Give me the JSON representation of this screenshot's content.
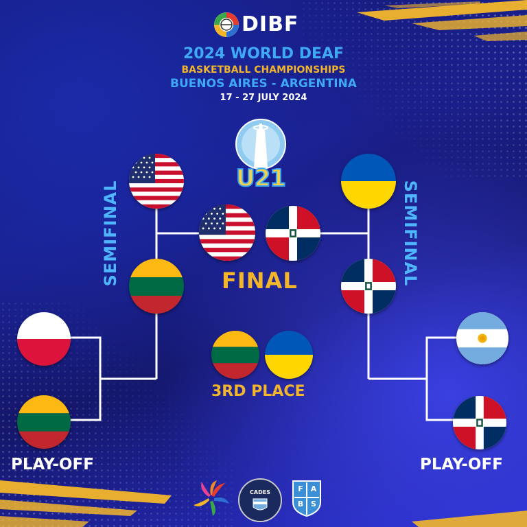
{
  "header": {
    "org": "DIBF",
    "title_line1": "2024 WORLD DEAF",
    "title_line2": "BASKETBALL CHAMPIONSHIPS",
    "title_line3": "BUENOS AIRES - ARGENTINA",
    "dates": "17 - 27 JULY 2024",
    "category": "U21"
  },
  "rounds": {
    "semifinal_left": "SEMIFINAL",
    "semifinal_right": "SEMIFINAL",
    "final": "FINAL",
    "third_place": "3RD PLACE",
    "playoff_left": "PLAY-OFF",
    "playoff_right": "PLAY-OFF"
  },
  "teams": {
    "semi_left_top": "usa-flag",
    "semi_left_bottom": "lithuania-flag",
    "semi_right_top": "ukraine-flag",
    "semi_right_bottom": "dominican-republic-flag",
    "final_left": "usa-flag",
    "final_right": "dominican-republic-flag",
    "third_left": "lithuania-flag",
    "third_right": "ukraine-flag",
    "playoff_left_top": "poland-flag",
    "playoff_left_bottom": "lithuania-flag",
    "playoff_right_top": "argentina-flag",
    "playoff_right_bottom": "dominican-republic-flag"
  },
  "footer": {
    "logo1": "deaflympics-logo",
    "logo2_text": "CADES",
    "logo3_text": [
      "F",
      "A",
      "B",
      "S"
    ]
  },
  "colors": {
    "accent_yellow": "#f3b62b",
    "semifinal_blue": "#4fb5ff",
    "title_blue": "#3fa9f5",
    "background": "#1b1f8c"
  }
}
